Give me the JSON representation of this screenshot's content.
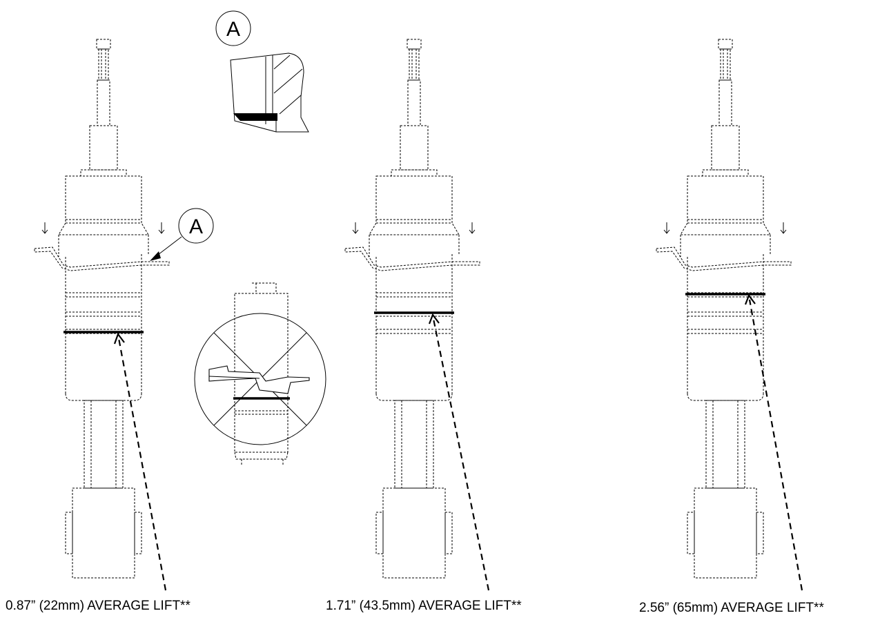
{
  "callout_letter": "A",
  "struts": [
    {
      "id": "left",
      "lift_label": "0.87” (22mm) AVERAGE LIFT**"
    },
    {
      "id": "middle",
      "lift_label": "1.71” (43.5mm) AVERAGE LIFT**"
    },
    {
      "id": "right",
      "lift_label": "2.56” (65mm) AVERAGE LIFT**"
    }
  ]
}
